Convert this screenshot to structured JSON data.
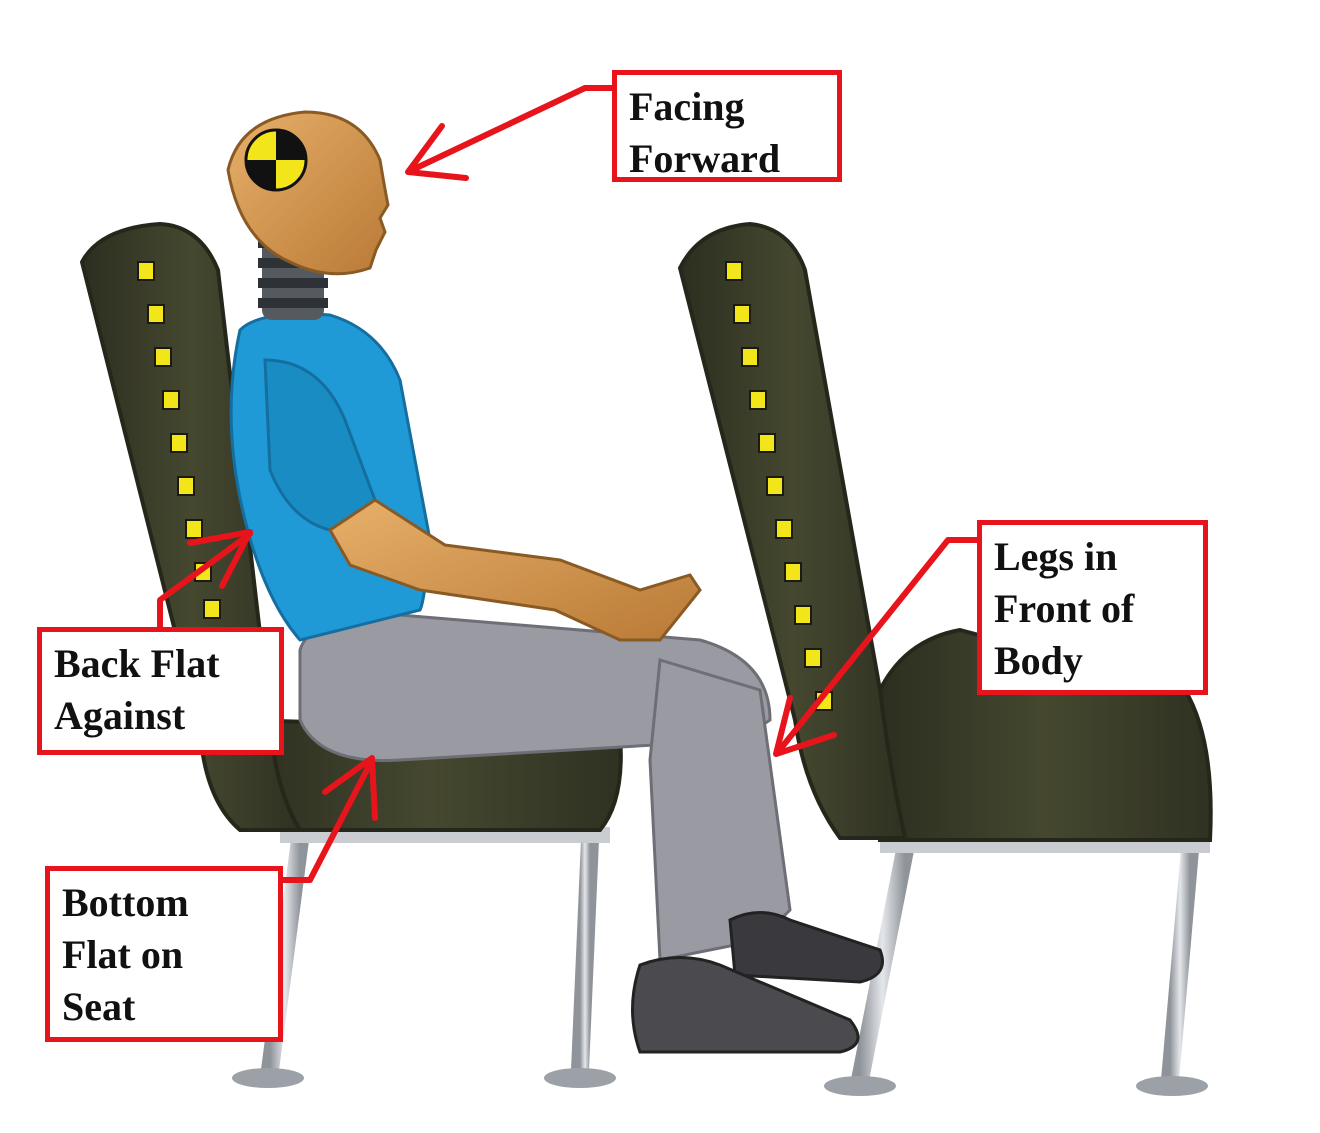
{
  "callouts": {
    "facing_forward": {
      "lines": [
        "Facing",
        "Forward"
      ]
    },
    "back_flat": {
      "lines": [
        "Back Flat",
        "Against"
      ]
    },
    "bottom_flat": {
      "lines": [
        "Bottom",
        "Flat on",
        "Seat"
      ]
    },
    "legs_front": {
      "lines": [
        "Legs in",
        "Front of",
        "Body"
      ]
    }
  },
  "colors": {
    "annotation_red": "#e8141c",
    "seat_dark": "#3c3f2c",
    "seat_edge": "#2a2c1e",
    "seat_marker": "#f2e51a",
    "shirt": "#1f9ad6",
    "pants": "#9a9aa2",
    "dummy_skin": "#d49a52",
    "shoe": "#3a3a3e",
    "frame_metal": "#b8bcc2"
  },
  "icons": {
    "head_target": "crash-test-target-icon"
  }
}
